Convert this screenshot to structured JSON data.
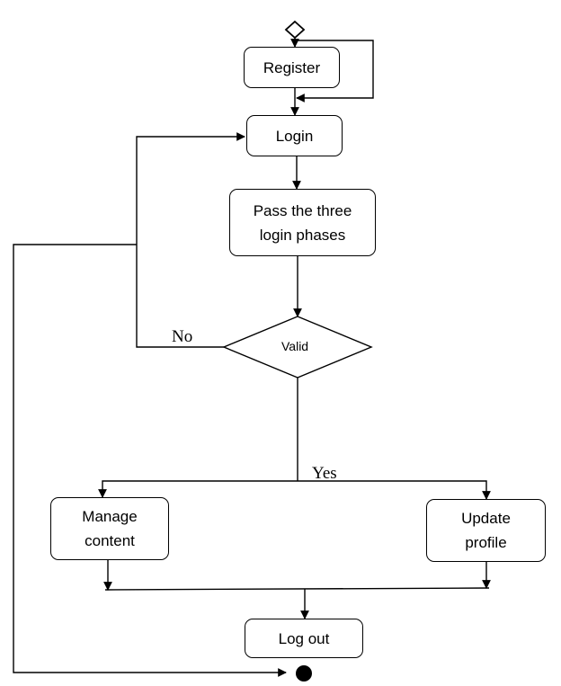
{
  "nodes": {
    "register": "Register",
    "login": "Login",
    "pass_phases_line1": "Pass the three",
    "pass_phases_line2": "login phases",
    "valid": "Valid",
    "manage_content_line1": "Manage",
    "manage_content_line2": "content",
    "update_profile_line1": "Update",
    "update_profile_line2": "profile",
    "log_out": "Log out"
  },
  "edge_labels": {
    "no": "No",
    "yes": "Yes"
  }
}
